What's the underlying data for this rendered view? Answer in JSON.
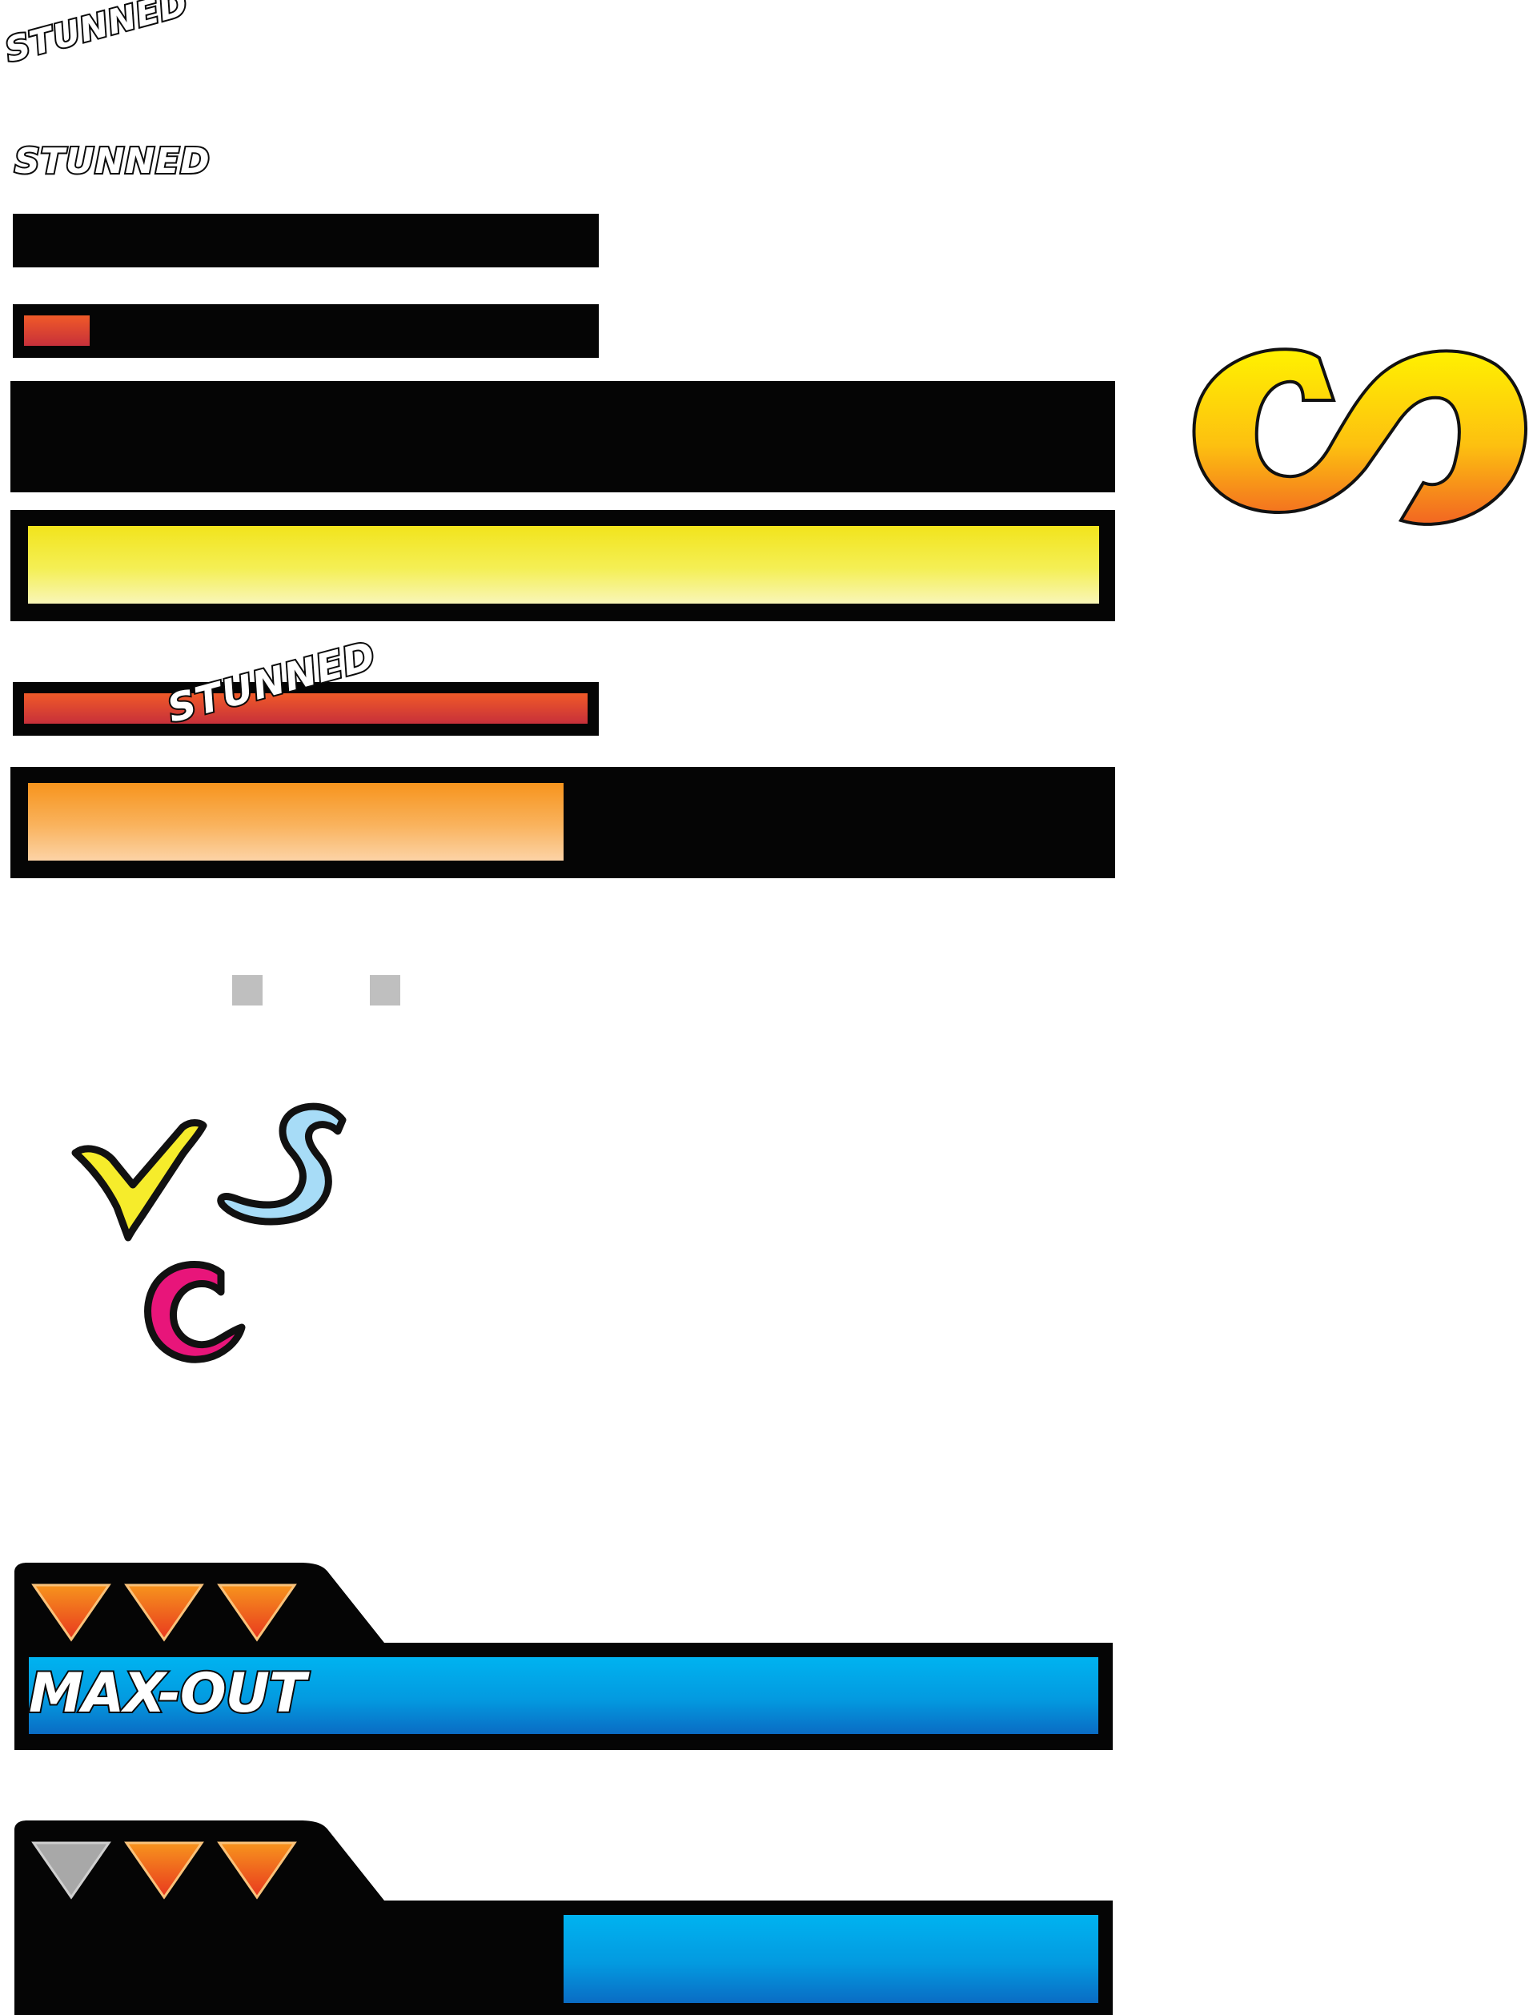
{
  "status_labels": {
    "stunned_tilted": "STUNNED",
    "stunned_flat": "STUNNED",
    "stunned_overlay": "STUNNED"
  },
  "bars": {
    "small_bar_1_fill": 0,
    "small_bar_2_fill": 0.1,
    "large_bar_1_fill": 0,
    "large_bar_2_fill": 1.0,
    "small_bar_3_fill": 1.0,
    "large_bar_3_fill": 0.5
  },
  "colors": {
    "red_fill": "#e0453a",
    "yellow_fill": "#f2e41c",
    "orange_fill": "#f7941d",
    "blue_fill": "#00aeef",
    "bar_frame": "#050505",
    "placeholder_gray": "#bfbfbf"
  },
  "icons": {
    "logo": "cs-logo-icon",
    "brush_v": "v-brush-icon",
    "brush_s": "s-brush-icon",
    "brush_c": "c-brush-icon",
    "stock_active": "orange-triangle-icon",
    "stock_inactive": "gray-triangle-icon"
  },
  "meters": {
    "top": {
      "label": "MAX-OUT",
      "stocks": [
        true,
        true,
        true
      ],
      "fill": 1.0
    },
    "bottom": {
      "stocks": [
        false,
        true,
        true
      ],
      "fill": 0.5
    }
  }
}
